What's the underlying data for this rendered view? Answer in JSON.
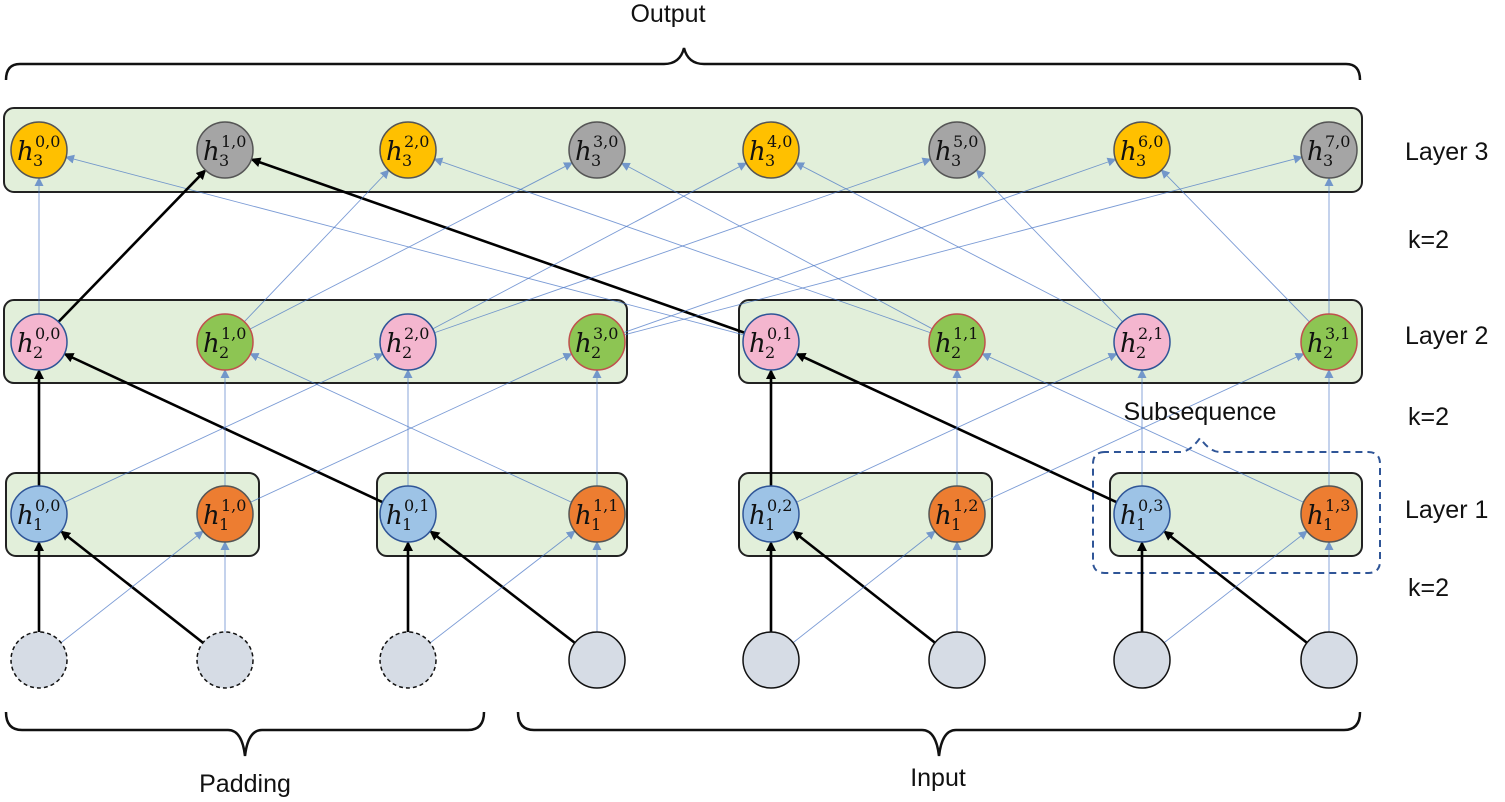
{
  "labels": {
    "output": "Output",
    "padding": "Padding",
    "input": "Input",
    "subsequence": "Subsequence",
    "layer3": "Layer 3",
    "layer2": "Layer 2",
    "layer1": "Layer 1",
    "k_top": "k=2",
    "k_mid": "k=2",
    "k_bottom": "k=2"
  },
  "colors": {
    "layer_box_fill": "#e2efda",
    "layer_box_stroke": "#222222",
    "yellow": "#ffc000",
    "gray": "#a5a5a5",
    "pink": "#f4b6cf",
    "green": "#8dc553",
    "blue": "#9dc3e6",
    "orange": "#ed7d31",
    "input_node": "#d6dce5",
    "bold_edge": "#000000",
    "thin_edge": "#4472c4",
    "subsequence_box": "#2f5597"
  },
  "layer3": [
    {
      "sub": "3",
      "sup": "0,0",
      "color": "yellow"
    },
    {
      "sub": "3",
      "sup": "1,0",
      "color": "gray"
    },
    {
      "sub": "3",
      "sup": "2,0",
      "color": "yellow"
    },
    {
      "sub": "3",
      "sup": "3,0",
      "color": "gray"
    },
    {
      "sub": "3",
      "sup": "4,0",
      "color": "yellow"
    },
    {
      "sub": "3",
      "sup": "5,0",
      "color": "gray"
    },
    {
      "sub": "3",
      "sup": "6,0",
      "color": "yellow"
    },
    {
      "sub": "3",
      "sup": "7,0",
      "color": "gray"
    }
  ],
  "layer2": [
    {
      "sub": "2",
      "sup": "0,0",
      "color": "pink"
    },
    {
      "sub": "2",
      "sup": "1,0",
      "color": "green"
    },
    {
      "sub": "2",
      "sup": "2,0",
      "color": "pink"
    },
    {
      "sub": "2",
      "sup": "3,0",
      "color": "green"
    },
    {
      "sub": "2",
      "sup": "0,1",
      "color": "pink"
    },
    {
      "sub": "2",
      "sup": "1,1",
      "color": "green"
    },
    {
      "sub": "2",
      "sup": "2,1",
      "color": "pink"
    },
    {
      "sub": "2",
      "sup": "3,1",
      "color": "green"
    }
  ],
  "layer1": [
    {
      "sub": "1",
      "sup": "0,0",
      "color": "blue"
    },
    {
      "sub": "1",
      "sup": "1,0",
      "color": "orange"
    },
    {
      "sub": "1",
      "sup": "0,1",
      "color": "blue"
    },
    {
      "sub": "1",
      "sup": "1,1",
      "color": "orange"
    },
    {
      "sub": "1",
      "sup": "0,2",
      "color": "blue"
    },
    {
      "sub": "1",
      "sup": "1,2",
      "color": "orange"
    },
    {
      "sub": "1",
      "sup": "0,3",
      "color": "blue"
    },
    {
      "sub": "1",
      "sup": "1,3",
      "color": "orange"
    }
  ],
  "inputs": [
    {
      "padding": true
    },
    {
      "padding": true
    },
    {
      "padding": true
    },
    {
      "padding": false
    },
    {
      "padding": false
    },
    {
      "padding": false
    },
    {
      "padding": false
    },
    {
      "padding": false
    }
  ],
  "node_symbol": "h"
}
